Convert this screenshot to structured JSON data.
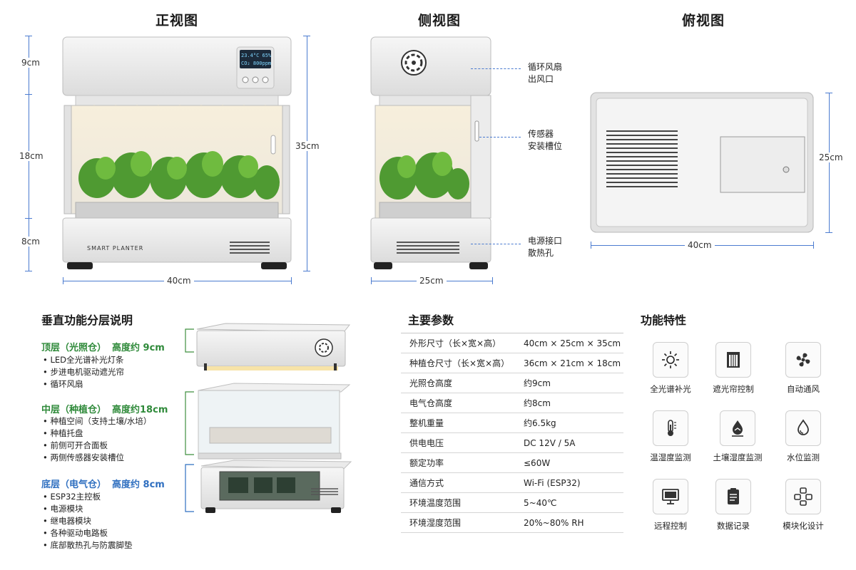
{
  "views": {
    "front": {
      "title": "正视图",
      "dim_top": "9cm",
      "dim_mid": "18cm",
      "dim_bottom": "8cm",
      "dim_total": "35cm",
      "dim_width": "40cm",
      "display_line1": "23.4°C 65%",
      "display_line2": "CO₂ 800ppm",
      "brand": "SMART PLANTER"
    },
    "side": {
      "title": "侧视图",
      "dim_width": "25cm",
      "callouts": [
        "循环风扇\n出风口",
        "传感器\n安装槽位",
        "电源接口\n散热孔"
      ]
    },
    "top": {
      "title": "俯视图",
      "dim_width": "40cm",
      "dim_depth": "25cm"
    }
  },
  "layers": {
    "title": "垂直功能分层说明",
    "items": [
      {
        "name": "顶层（光照仓）",
        "height": "高度约 9cm",
        "bullets": [
          "LED全光谱补光灯条",
          "步进电机驱动遮光帘",
          "循环风扇"
        ]
      },
      {
        "name": "中层（种植仓）",
        "height": "高度约18cm",
        "bullets": [
          "种植空间（支持土壤/水培）",
          "种植托盘",
          "前侧可开合面板",
          "两侧传感器安装槽位"
        ]
      },
      {
        "name": "底层（电气仓）",
        "height": "高度约 8cm",
        "bullets": [
          "ESP32主控板",
          "电源模块",
          "继电器模块",
          "各种驱动电路板",
          "底部散热孔与防震脚垫"
        ]
      }
    ]
  },
  "params": {
    "title": "主要参数",
    "rows": [
      {
        "k": "外形尺寸（长×宽×高）",
        "v": "40cm × 25cm × 35cm"
      },
      {
        "k": "种植仓尺寸（长×宽×高）",
        "v": "36cm × 21cm × 18cm"
      },
      {
        "k": "光照仓高度",
        "v": "约9cm"
      },
      {
        "k": "电气仓高度",
        "v": "约8cm"
      },
      {
        "k": "整机重量",
        "v": "约6.5kg"
      },
      {
        "k": "供电电压",
        "v": "DC 12V / 5A"
      },
      {
        "k": "额定功率",
        "v": "≤60W"
      },
      {
        "k": "通信方式",
        "v": "Wi-Fi (ESP32)"
      },
      {
        "k": "环境温度范围",
        "v": "5~40℃"
      },
      {
        "k": "环境湿度范围",
        "v": "20%~80% RH"
      }
    ]
  },
  "features": {
    "title": "功能特性",
    "items": [
      {
        "label": "全光谱补光",
        "icon": "sun-icon"
      },
      {
        "label": "遮光帘控制",
        "icon": "curtain-icon"
      },
      {
        "label": "自动通风",
        "icon": "fan-icon"
      },
      {
        "label": "温湿度监测",
        "icon": "thermometer-icon"
      },
      {
        "label": "土壤湿度监测",
        "icon": "soil-drop-icon"
      },
      {
        "label": "水位监测",
        "icon": "water-drop-icon"
      },
      {
        "label": "远程控制",
        "icon": "monitor-icon"
      },
      {
        "label": "数据记录",
        "icon": "clipboard-icon"
      },
      {
        "label": "模块化设计",
        "icon": "modules-icon"
      }
    ]
  }
}
